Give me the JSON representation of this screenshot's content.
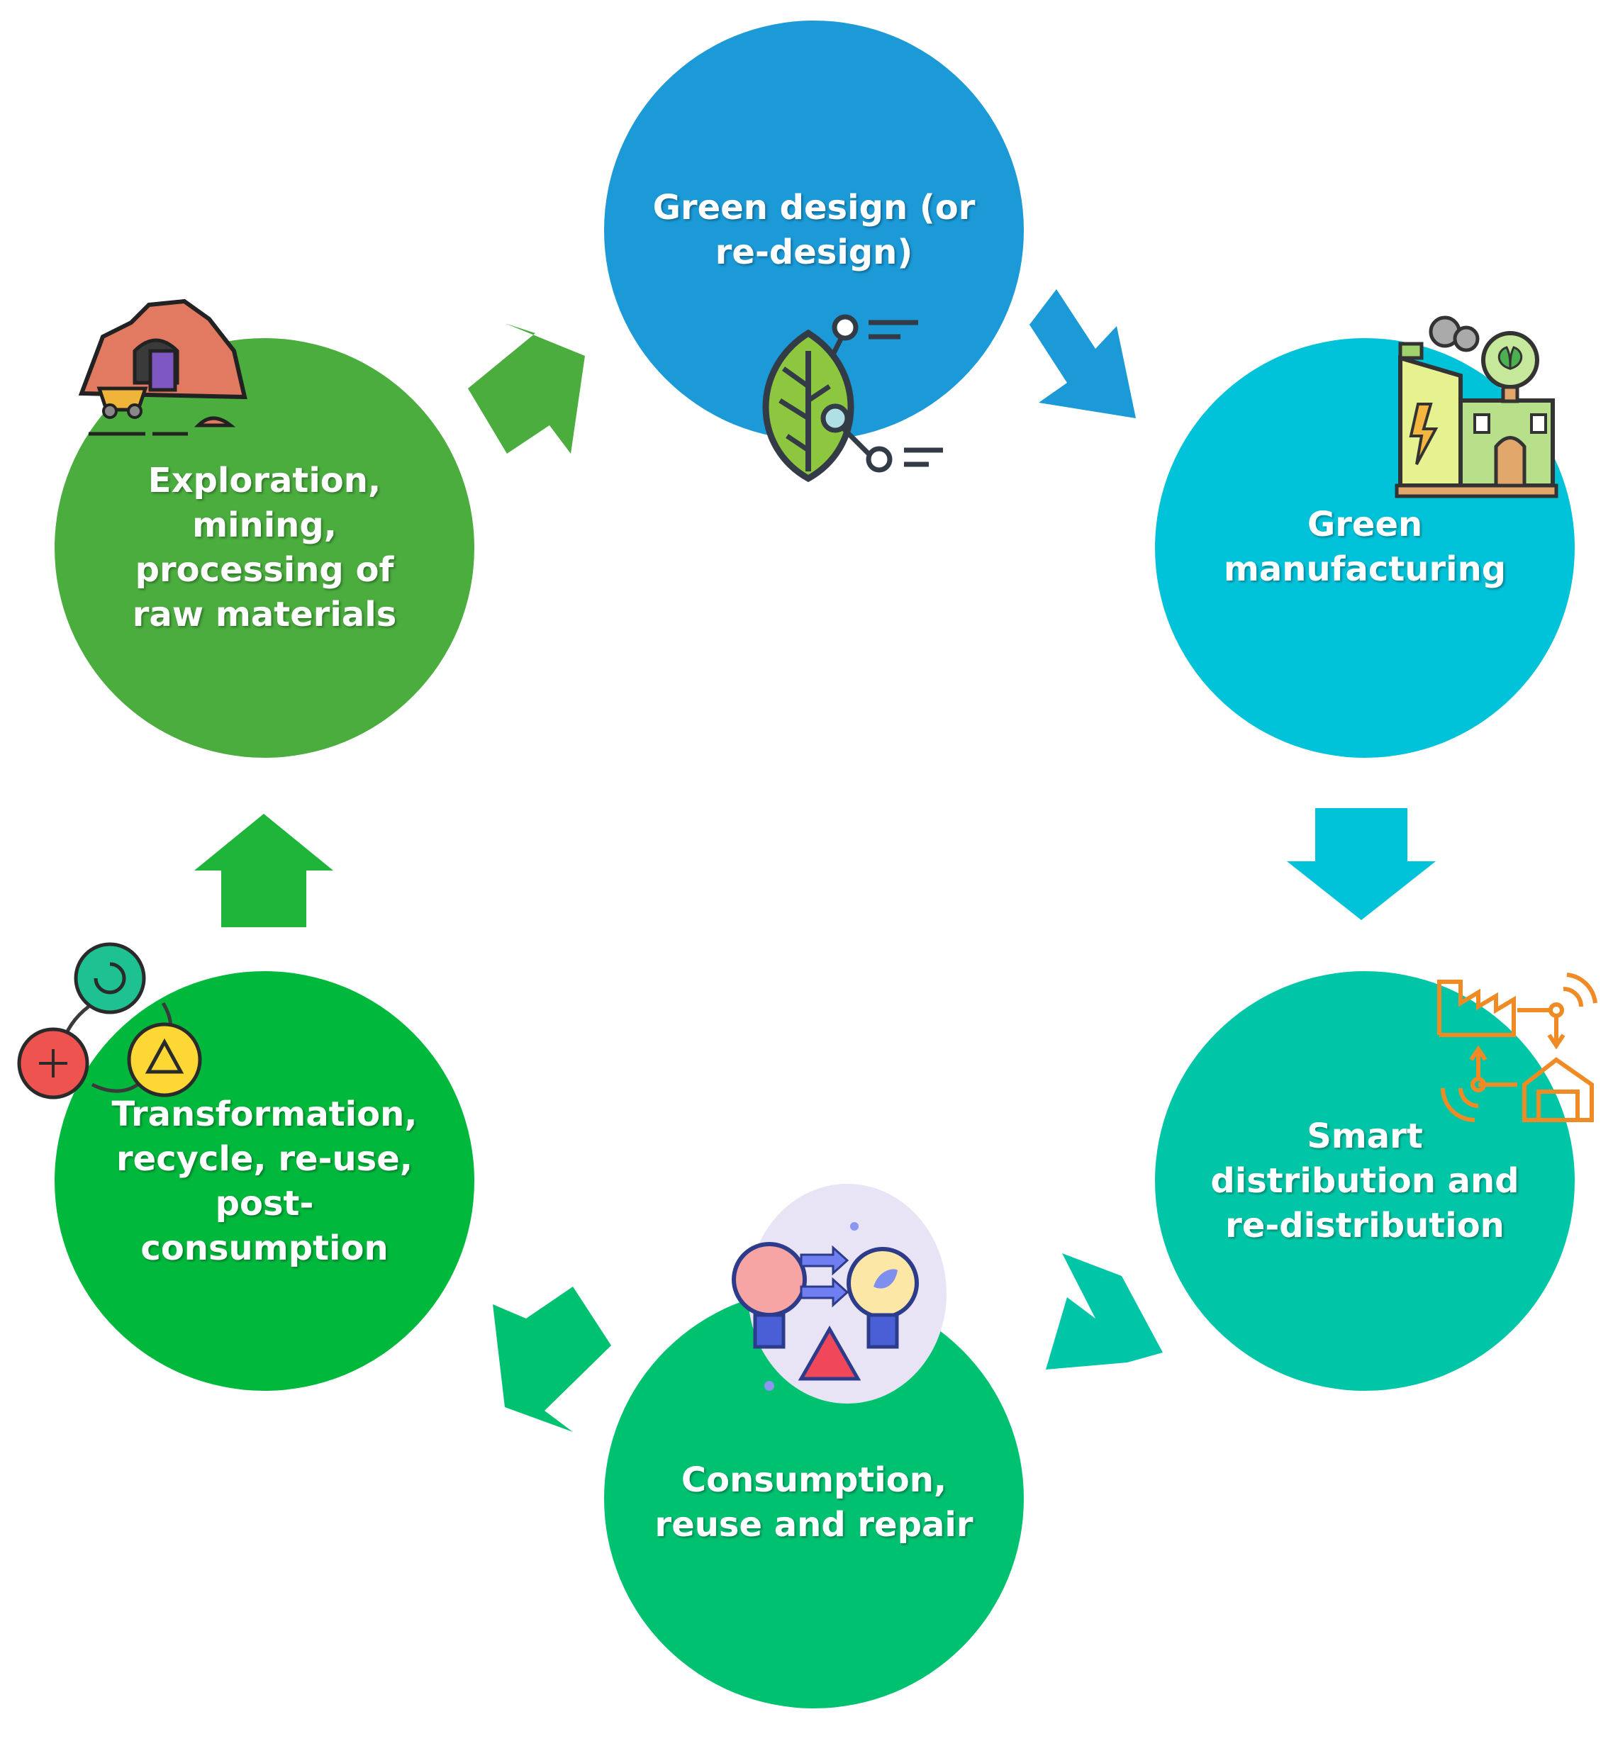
{
  "nodes": {
    "green_design": {
      "lines": [
        "Green design (or",
        "re-design)"
      ],
      "color": "#1b9ad7"
    },
    "green_manufacturing": {
      "lines": [
        "Green",
        "manufacturing"
      ],
      "color": "#00c2d9"
    },
    "smart_distribution": {
      "lines": [
        "Smart",
        "distribution and",
        "re-distribution"
      ],
      "color": "#00c6a7"
    },
    "consumption": {
      "lines": [
        "Consumption,",
        "reuse and repair"
      ],
      "color": "#00c170"
    },
    "transformation": {
      "lines": [
        "Transformation,",
        "recycle, re-use,",
        "post-",
        "consumption"
      ],
      "color": "#00b83c"
    },
    "exploration": {
      "lines": [
        "Exploration,",
        "mining,",
        "processing of",
        "raw materials"
      ],
      "color": "#4aad3e"
    }
  },
  "arrows": {
    "exploration_to_design": "#4aad3e",
    "design_to_manufacturing": "#1b9ad7",
    "manufacturing_to_distribution": "#00c2d9",
    "distribution_to_consumption": "#00c6a7",
    "consumption_to_transformation": "#00c170",
    "transformation_to_exploration": "#1fb53b"
  },
  "icons": {
    "design": "leaf-network-icon",
    "manufacturing": "green-factory-icon",
    "distribution": "factory-warehouse-network-icon",
    "consumption": "lightbulb-recycle-icon",
    "transformation": "reduce-reuse-recycle-icon",
    "exploration": "mine-cart-icon"
  }
}
